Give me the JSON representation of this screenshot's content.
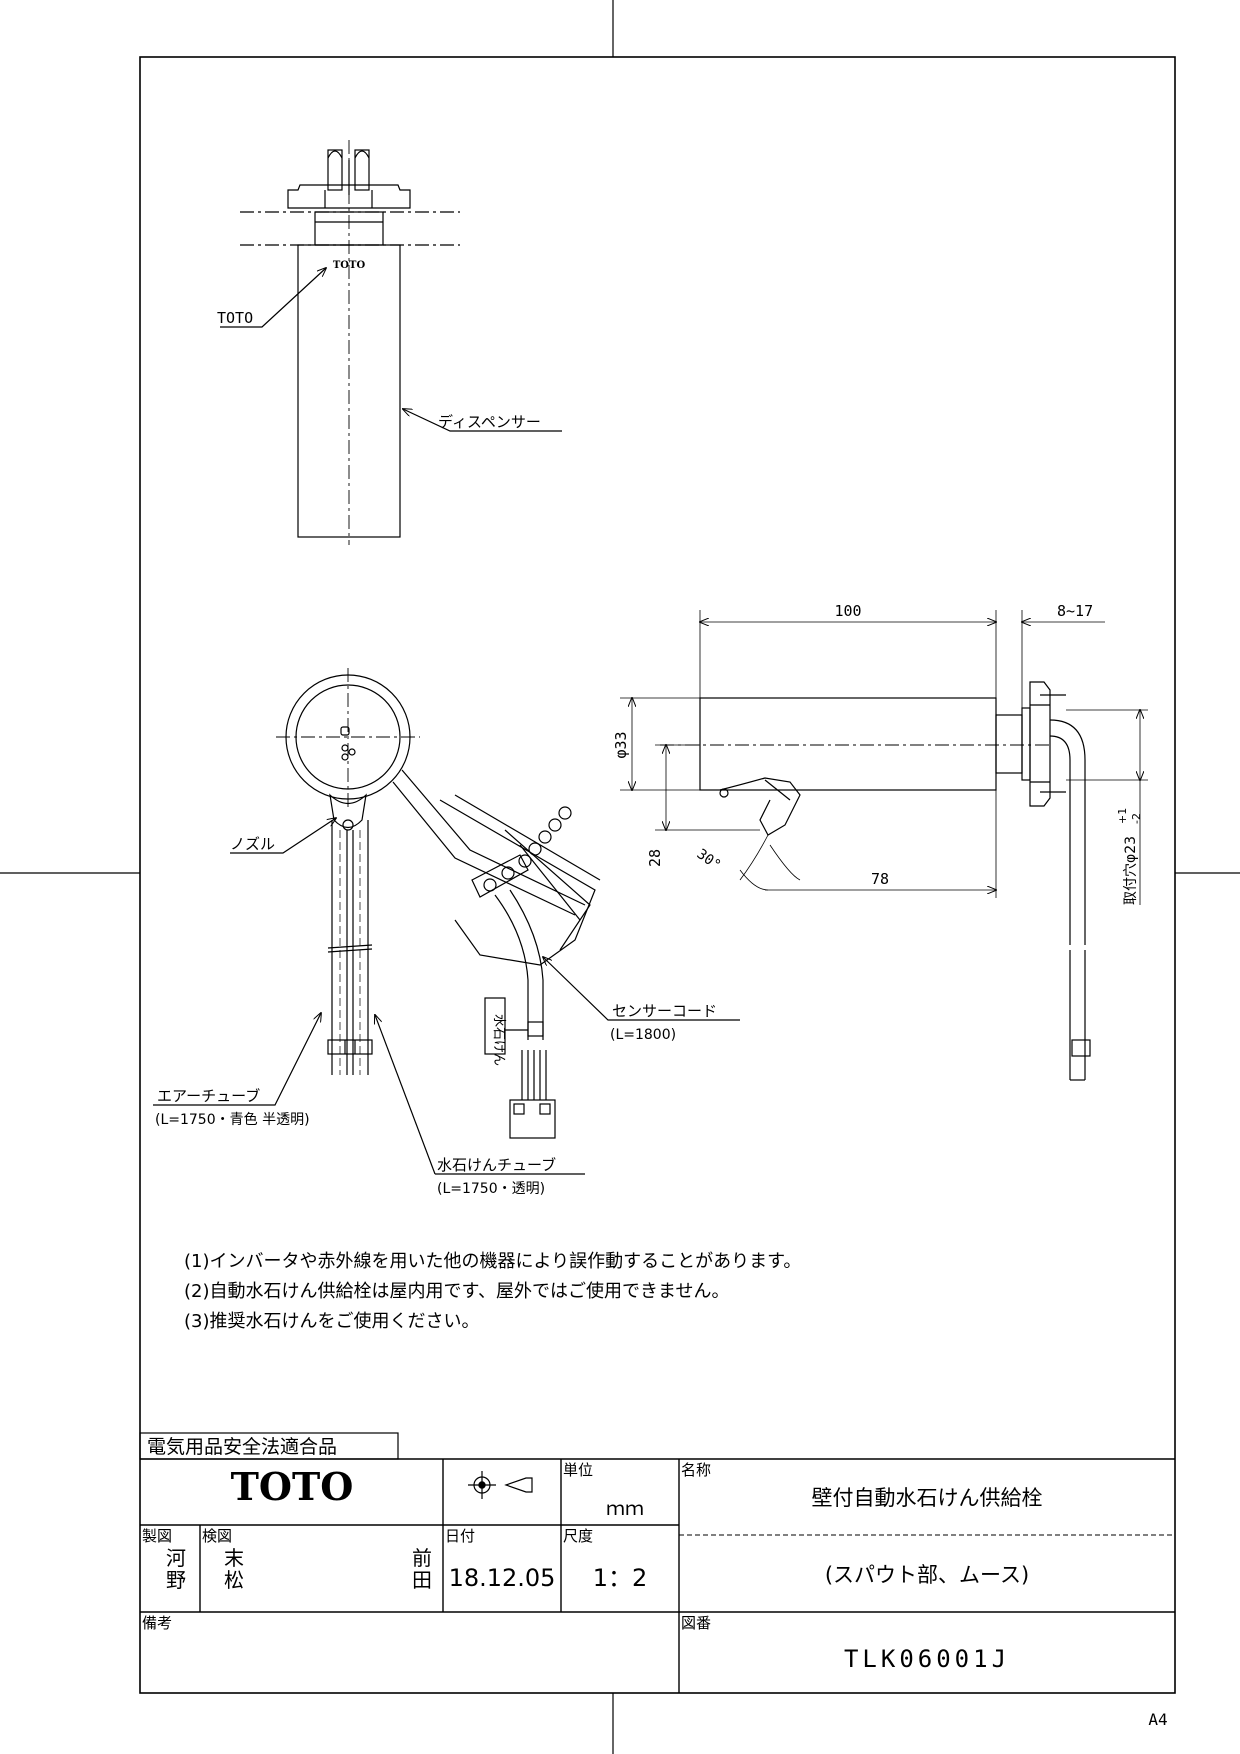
{
  "drawing": {
    "labels": {
      "toto_mark": "TOTO",
      "dispenser": "ディスペンサー",
      "nozzle": "ノズル",
      "air_tube": "エアーチューブ",
      "air_tube_spec": "(L=1750・青色 半透明)",
      "soap_tube": "水石けんチューブ",
      "soap_tube_spec": "(L=1750・透明)",
      "sensor_cord": "センサーコード",
      "sensor_cord_spec": "(L=1800)",
      "tag": "水石けん"
    },
    "dimensions": {
      "length": "100",
      "wall_thickness": "8~17",
      "diameter": "φ33",
      "height": "28",
      "angle": "30°",
      "reach": "78",
      "mount_hole_prefix": "取付穴φ23",
      "mount_hole_plus": "+1",
      "mount_hole_minus": "-2"
    }
  },
  "notes": [
    "(1)インバータや赤外線を用いた他の機器により誤作動することがあります。",
    "(2)自動水石けん供給栓は屋内用です、屋外ではご使用できません。",
    "(3)推奨水石けんをご使用ください。"
  ],
  "title_block": {
    "certification": "電気用品安全法適合品",
    "company": "TOTO",
    "unit_label": "単位",
    "unit_value": "ｍｍ",
    "name_label": "名称",
    "product_name": "壁付自動水石けん供給栓",
    "product_sub": "(スパウト部、ムース)",
    "drawn_label": "製図",
    "drawn_by": [
      "河",
      "野"
    ],
    "checked_label": "検図",
    "checked_by_1": [
      "末",
      "松"
    ],
    "checked_by_2": [
      "前",
      "田"
    ],
    "date_label": "日付",
    "date_value": "18.12.05",
    "scale_label": "尺度",
    "scale_value": "1：2",
    "remarks_label": "備考",
    "drawing_no_label": "図番",
    "drawing_no": "TLK06001J"
  },
  "paper_size": "A4"
}
